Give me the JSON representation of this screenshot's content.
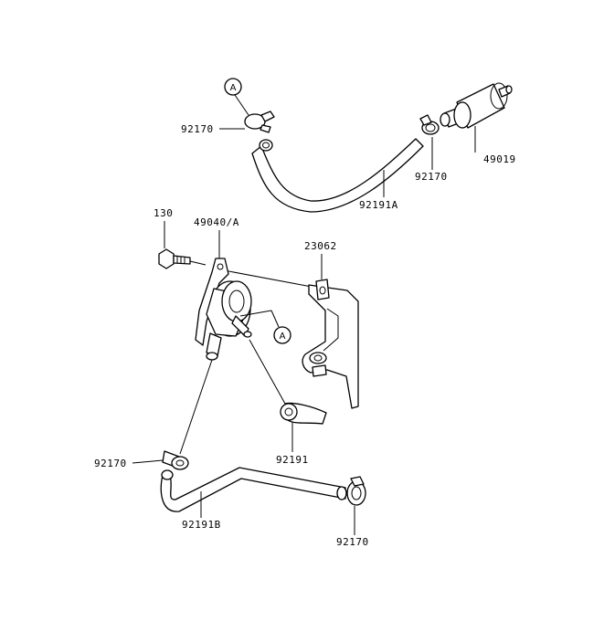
{
  "labels": {
    "hose_a_top_clamp": "92170",
    "callout_top": "A",
    "filter_clamp": "92170",
    "fuel_filter": "49019",
    "hose_a": "92191A",
    "bolt": "130",
    "fuel_pump": "49040/A",
    "bracket": "23062",
    "callout_pump": "A",
    "pump_outlet_hose": "92191",
    "hose_b_left_clamp": "92170",
    "hose_b": "92191B",
    "hose_b_right_clamp": "92170"
  }
}
